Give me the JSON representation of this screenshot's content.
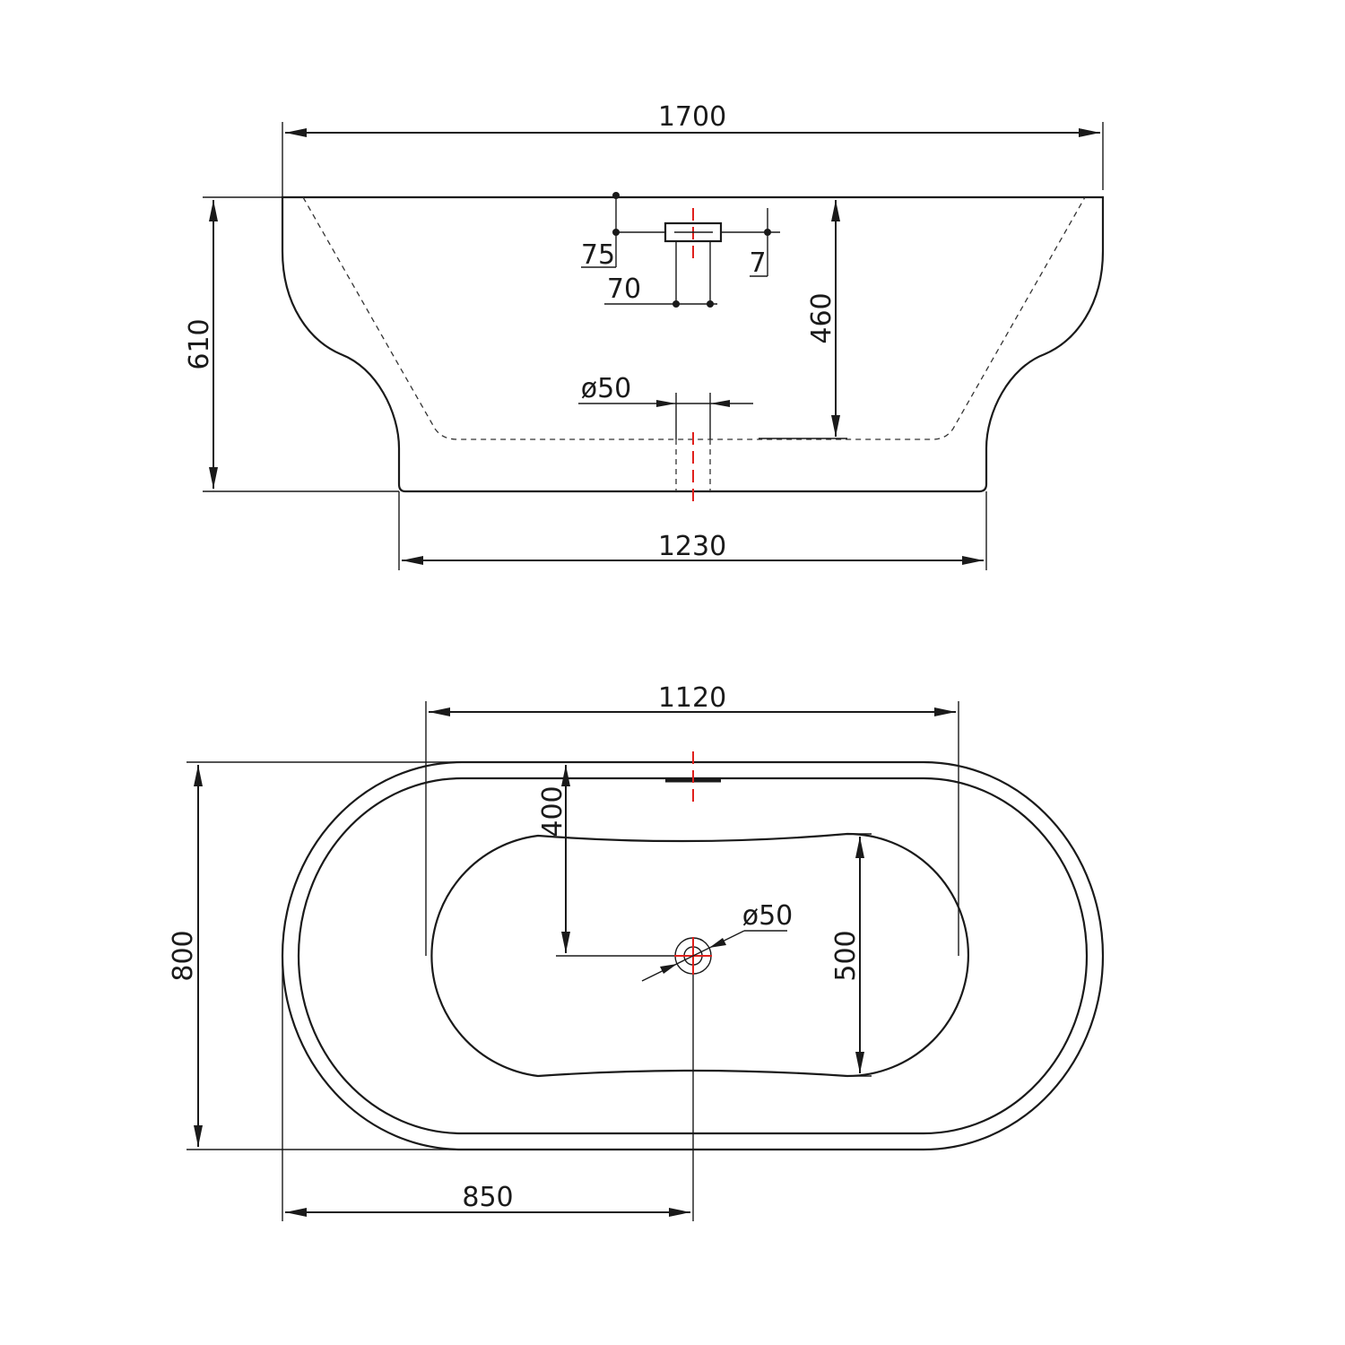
{
  "side_view": {
    "overall_length": "1700",
    "base_length": "1230",
    "total_height": "610",
    "overflow_height": "460",
    "overflow_offset": "75",
    "overflow_width": "70",
    "overflow_depth": "7",
    "waste_diameter": "ø50"
  },
  "plan_view": {
    "inner_length": "1120",
    "overall_width": "800",
    "overflow_to_waste": "400",
    "inner_width": "500",
    "waste_diameter": "ø50",
    "waste_position": "850"
  },
  "colors": {
    "line": "#1a1a1a",
    "centerline": "#e0201c"
  }
}
